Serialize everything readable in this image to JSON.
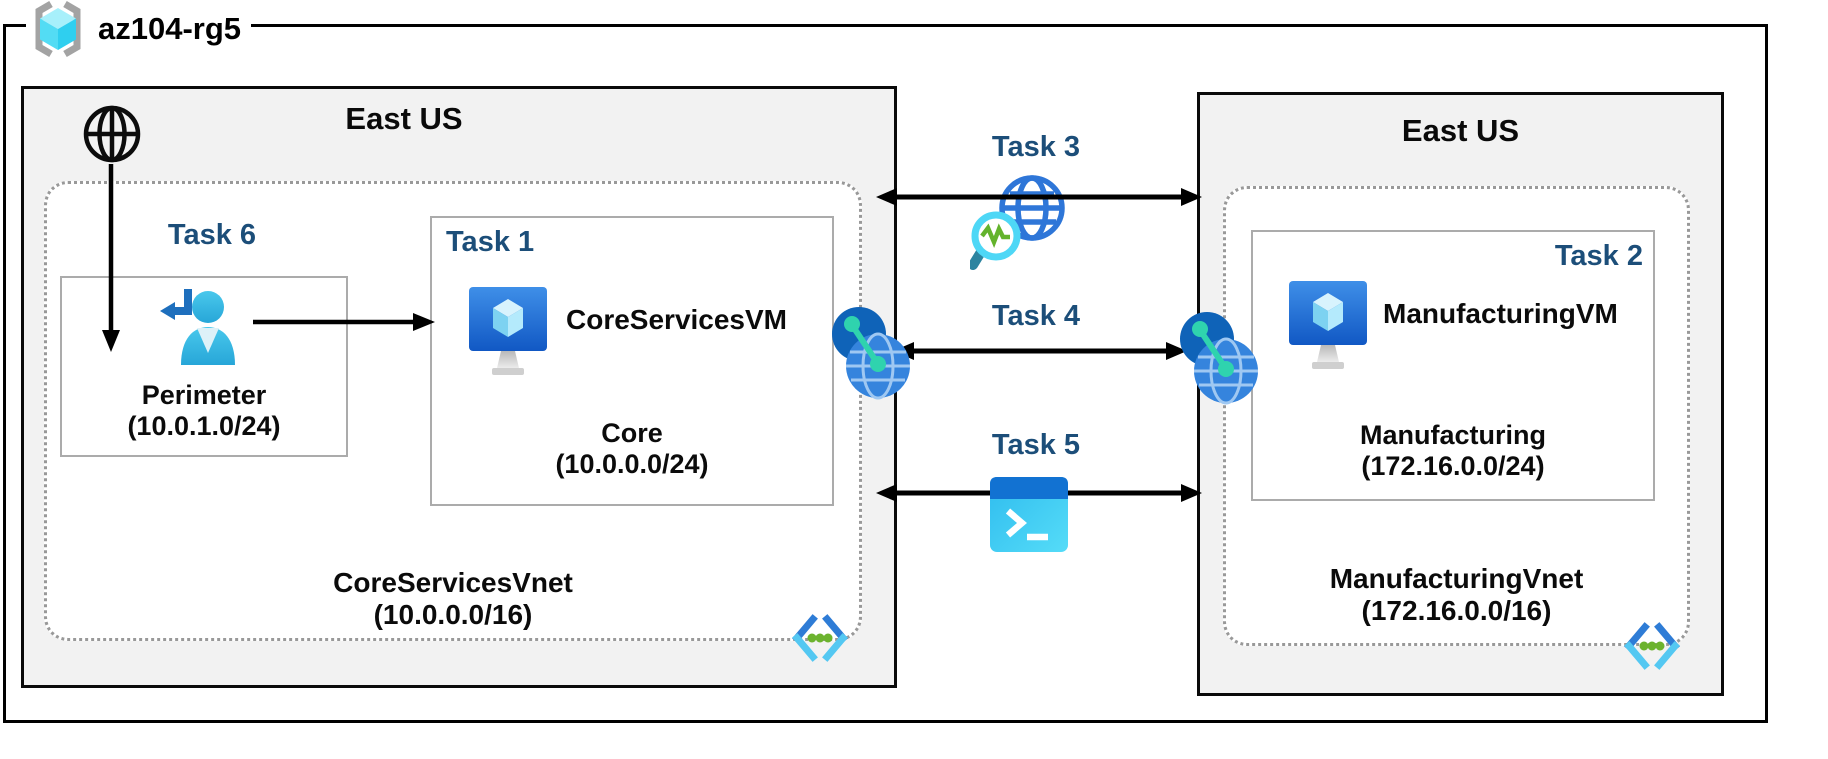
{
  "resource_group": {
    "name": "az104-rg5"
  },
  "left_region": {
    "location": "East US",
    "internet_task_label": "Task 6",
    "perimeter_subnet": {
      "name": "Perimeter",
      "cidr": "(10.0.1.0/24)"
    },
    "vm_task_label": "Task 1",
    "vm_name": "CoreServicesVM",
    "core_subnet": {
      "name": "Core",
      "cidr": "(10.0.0.0/24)"
    },
    "vnet_name": "CoreServicesVnet",
    "vnet_cidr": "(10.0.0.0/16)"
  },
  "right_region": {
    "location": "East US",
    "vm_task_label": "Task 2",
    "vm_name": "ManufacturingVM",
    "subnet": {
      "name": "Manufacturing",
      "cidr": "(172.16.0.0/24)"
    },
    "vnet_name": "ManufacturingVnet",
    "vnet_cidr": "(172.16.0.0/16)"
  },
  "connections": {
    "network_watcher_task_label": "Task 3",
    "peering_task_label": "Task 4",
    "cloud_shell_task_label": "Task 5"
  },
  "icons": {
    "resource_group": "gray-brackets-cyan-cube",
    "internet": "black-wireframe-globe",
    "perimeter": "user-signin-arrow",
    "virtual_machine": "blue-monitor-with-cube",
    "network_watcher": "globe-with-magnifier",
    "vnet_peering": "linked-globes",
    "cloud_shell": "terminal-prompt-window",
    "virtual_network": "angle-brackets-green-dots"
  },
  "colors": {
    "task_label": "#1C4E79",
    "region_fill": "#F2F2F2",
    "region_border": "#0A0A0A",
    "inner_box_border": "#ABABAB",
    "vnet_dotted_border": "#999999",
    "arrow": "#000000",
    "vm_screen_blue": "#2470D8",
    "cloud_shell_cyan": "#3EC9F2",
    "peering_teal": "#2FD3AE"
  }
}
